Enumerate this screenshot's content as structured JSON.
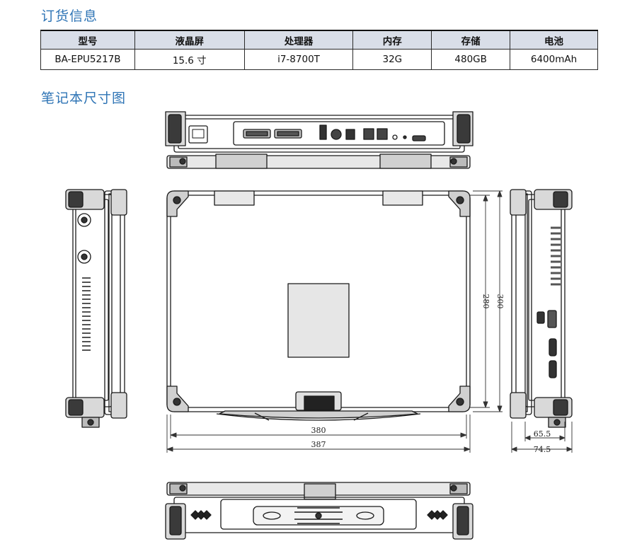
{
  "order_heading": "订货信息",
  "dimension_heading": "笔记本尺寸图",
  "spec_table": {
    "headers": [
      "型号",
      "液晶屏",
      "处理器",
      "内存",
      "存储",
      "电池"
    ],
    "row": [
      "BA-EPU5217B",
      "15.6 寸",
      "i7-8700T",
      "32G",
      "480GB",
      "6400mAh"
    ]
  },
  "dimensions": {
    "inner_width": "380",
    "outer_width": "387",
    "inner_height": "280",
    "outer_height": "300",
    "inner_depth": "65.5",
    "outer_depth": "74.5"
  }
}
